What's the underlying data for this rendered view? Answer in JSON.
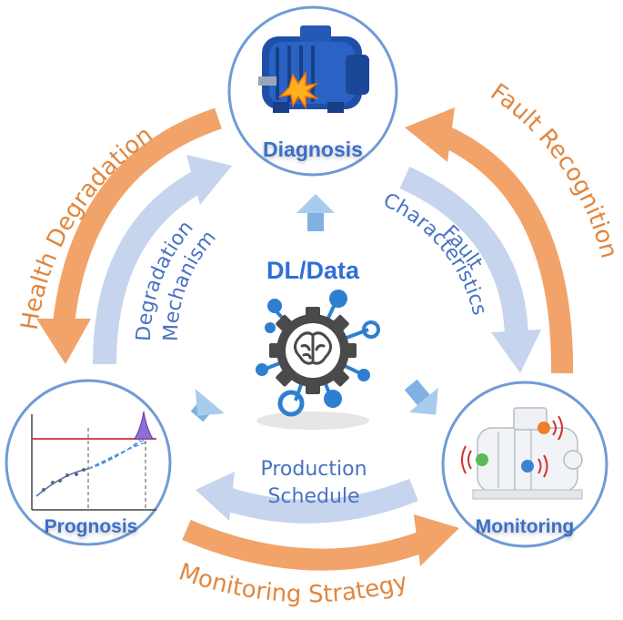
{
  "nodes": {
    "diagnosis": "Diagnosis",
    "prognosis": "Prognosis",
    "monitoring": "Monitoring"
  },
  "center": {
    "title": "DL/Data"
  },
  "outer_arrows": {
    "health_degradation": "Health Degradation",
    "fault_recognition": "Fault Recognition",
    "monitoring_strategy": "Monitoring Strategy"
  },
  "inner_arrows": {
    "degradation": "Degradation",
    "mechanism": "Mechanism",
    "fault": "Fault",
    "characteristics": "Characteristics",
    "production": "Production",
    "schedule": "Schedule"
  },
  "colors": {
    "outer_arrow": "#f2a36a",
    "inner_arrow": "#c6d4ee",
    "node_border": "#6f9bd6",
    "accent_blue": "#2f7fd0"
  }
}
